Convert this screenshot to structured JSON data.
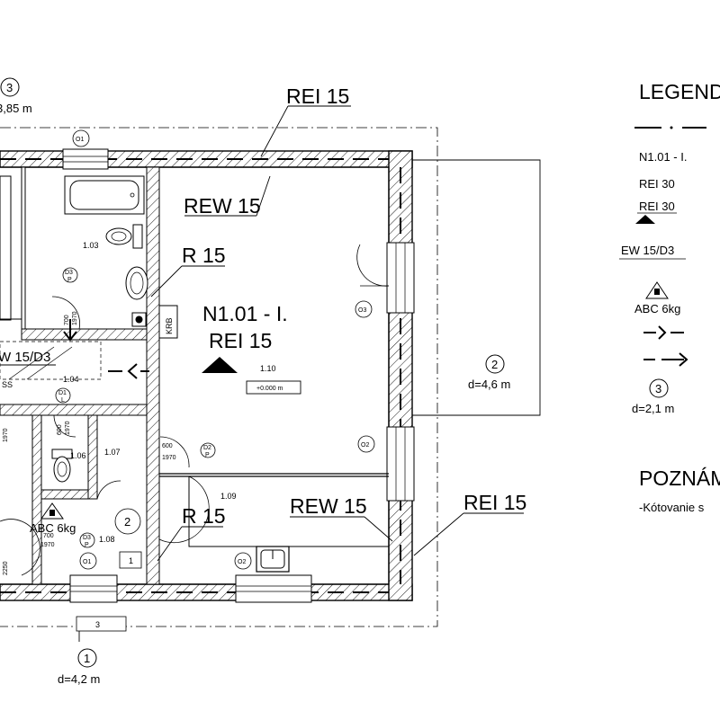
{
  "compartment": {
    "label": "N1.01 - I.",
    "class": "REI 15"
  },
  "rooms": {
    "r103": "1.03",
    "r104": "1.04",
    "r106": "1.06",
    "r107": "1.07",
    "r108": "1.08",
    "r109": "1.09",
    "r110": "1.10",
    "level": "+0.000 m"
  },
  "walls": {
    "rei_top": "REI 15",
    "rew_upper": "REW 15",
    "r_upper": "R 15",
    "ew_left": "W 15/D3",
    "ss": "SS",
    "krb": "KRB",
    "r_lower": "R 15",
    "rew_lower": "REW 15",
    "rei_right": "REI 15"
  },
  "distances": {
    "d3_num": "3",
    "d3_val": "3,85 m",
    "d2_num": "2",
    "d2_val": "d=4,6 m",
    "d1_num": "1",
    "d1_val": "d=4,2 m",
    "bottom_box": "3"
  },
  "openings": {
    "o1_top": "O1",
    "o3": "O3",
    "o2_right": "O2",
    "o2_bottom": "O2",
    "o1_bottom": "O1"
  },
  "doors": {
    "d3_top": "D3",
    "p_top": "P",
    "dim_700": "700",
    "dim_1970": "1970",
    "d1": "D1",
    "l": "L",
    "dim_600a": "600",
    "dim_1970a": "1970",
    "dim_600b": "600",
    "dim_1970b": "1970",
    "d2": "D2",
    "p_d2": "P",
    "dim_700c": "700",
    "dim_1970c": "1970",
    "d3_bottom": "D3",
    "p_bottom": "P",
    "side_1970": "1970",
    "side_2250": "2250"
  },
  "equipment": {
    "extinguisher": "ABC 6kg",
    "marker_2": "2",
    "marker_1": "1"
  },
  "legend": {
    "title": "LEGEND",
    "compartment": "N1.01 - I.",
    "rei30_a": "REI 30",
    "rei30_b": "REI 30",
    "ew": "EW 15/D3",
    "abc": "ABC 6kg",
    "distance_num": "3",
    "distance_val": "d=2,1 m"
  },
  "notes": {
    "title": "POZNÁM",
    "text": "-Kótovanie s"
  }
}
